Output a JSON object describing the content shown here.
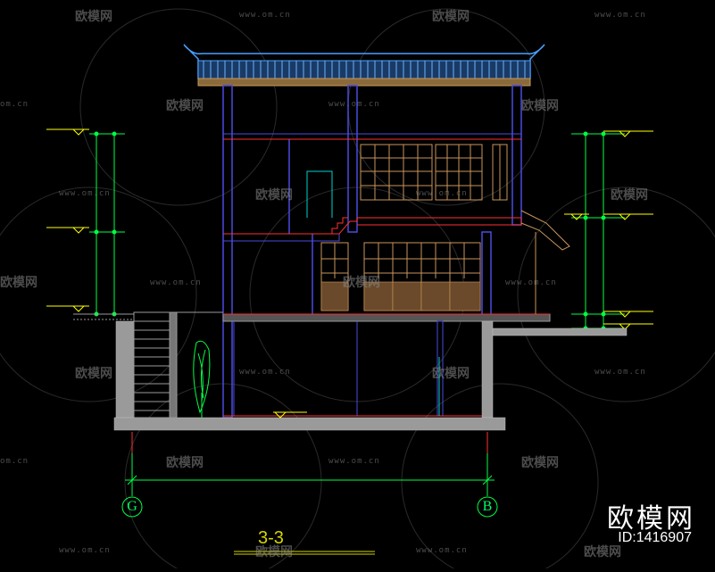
{
  "watermark": {
    "brand": "欧模网",
    "url": "www.om.cn",
    "url_partial": "om.cn"
  },
  "branding": {
    "name": "欧模网",
    "id_text": "ID:1416907"
  },
  "drawing": {
    "section_title": "3-3",
    "axis_labels": [
      "G",
      "B"
    ]
  },
  "colors": {
    "background": "#000000",
    "green": "#00ff44",
    "yellow": "#ffff00",
    "wood": "#c8955a",
    "blue": "#4a4adf",
    "red": "#ff3030",
    "grey": "#9a9a9a",
    "roof_blue": "#4aa0ff",
    "cyan": "#00d0d0"
  }
}
